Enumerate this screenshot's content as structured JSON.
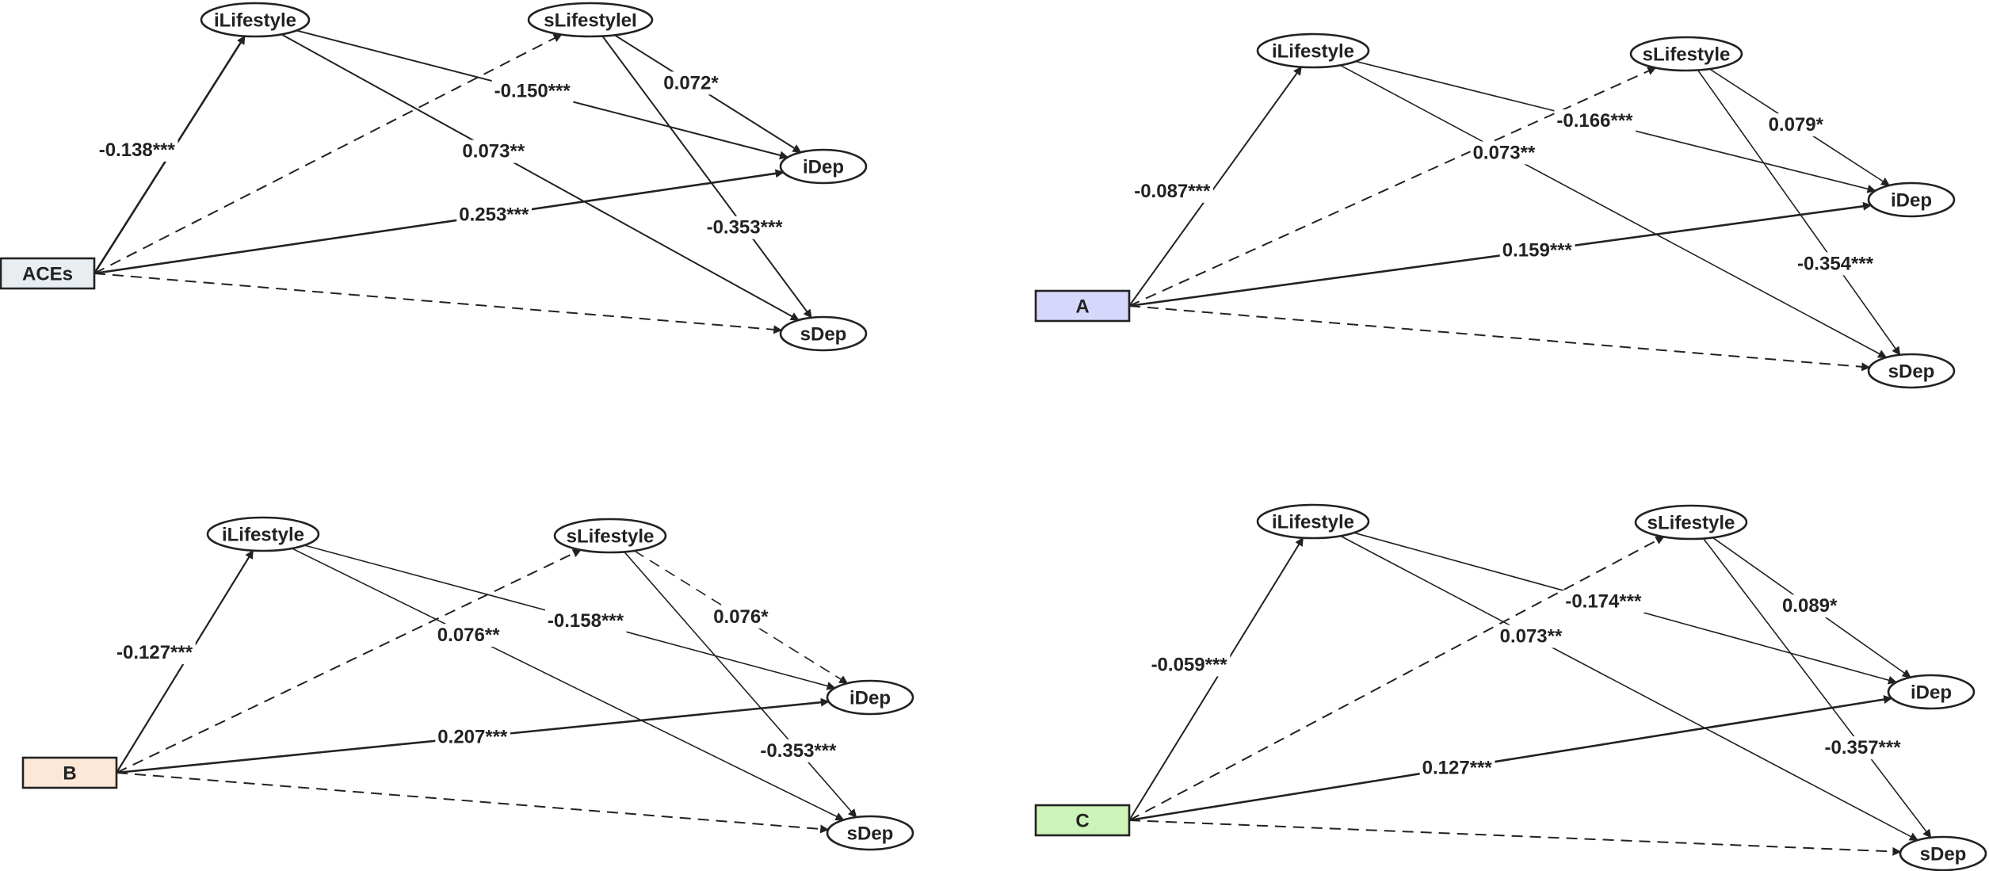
{
  "colors": {
    "stroke": "#222222",
    "ellipse_fill": "#ffffff",
    "ACEs_fill": "#e8edf2",
    "A_fill": "#d5d8fb",
    "B_fill": "#fde8d8",
    "C_fill": "#ccf3b8"
  },
  "panels": [
    {
      "id": "aces",
      "exposure": "ACEs",
      "nodes": {
        "ilife": "iLifestyle",
        "slife": "sLifestyleI",
        "idep": "iDep",
        "sdep": "sDep"
      },
      "edges": {
        "exp_ilife": "-0.138***",
        "exp_slife": "",
        "exp_idep": "0.253***",
        "exp_sdep": "",
        "ilife_idep": "-0.150***",
        "ilife_sdep": "0.073**",
        "slife_idep": "0.072*",
        "slife_sdep": "-0.353***"
      }
    },
    {
      "id": "a",
      "exposure": "A",
      "nodes": {
        "ilife": "iLifestyle",
        "slife": "sLifestyle",
        "idep": "iDep",
        "sdep": "sDep"
      },
      "edges": {
        "exp_ilife": "-0.087***",
        "exp_slife": "",
        "exp_idep": "0.159***",
        "exp_sdep": "",
        "ilife_idep": "-0.166***",
        "ilife_sdep": "0.073**",
        "slife_idep": "0.079*",
        "slife_sdep": "-0.354***"
      }
    },
    {
      "id": "b",
      "exposure": "B",
      "nodes": {
        "ilife": "iLifestyle",
        "slife": "sLifestyle",
        "idep": "iDep",
        "sdep": "sDep"
      },
      "edges": {
        "exp_ilife": "-0.127***",
        "exp_slife": "",
        "exp_idep": "0.207***",
        "exp_sdep": "",
        "ilife_idep": "-0.158***",
        "ilife_sdep": "0.076**",
        "slife_idep": "0.076*",
        "slife_sdep": "-0.353***"
      }
    },
    {
      "id": "c",
      "exposure": "C",
      "nodes": {
        "ilife": "iLifestyle",
        "slife": "sLifestyle",
        "idep": "iDep",
        "sdep": "sDep"
      },
      "edges": {
        "exp_ilife": "-0.059***",
        "exp_slife": "",
        "exp_idep": "0.127***",
        "exp_sdep": "",
        "ilife_idep": "-0.174***",
        "ilife_sdep": "0.073**",
        "slife_idep": "0.089*",
        "slife_sdep": "-0.357***"
      }
    }
  ]
}
